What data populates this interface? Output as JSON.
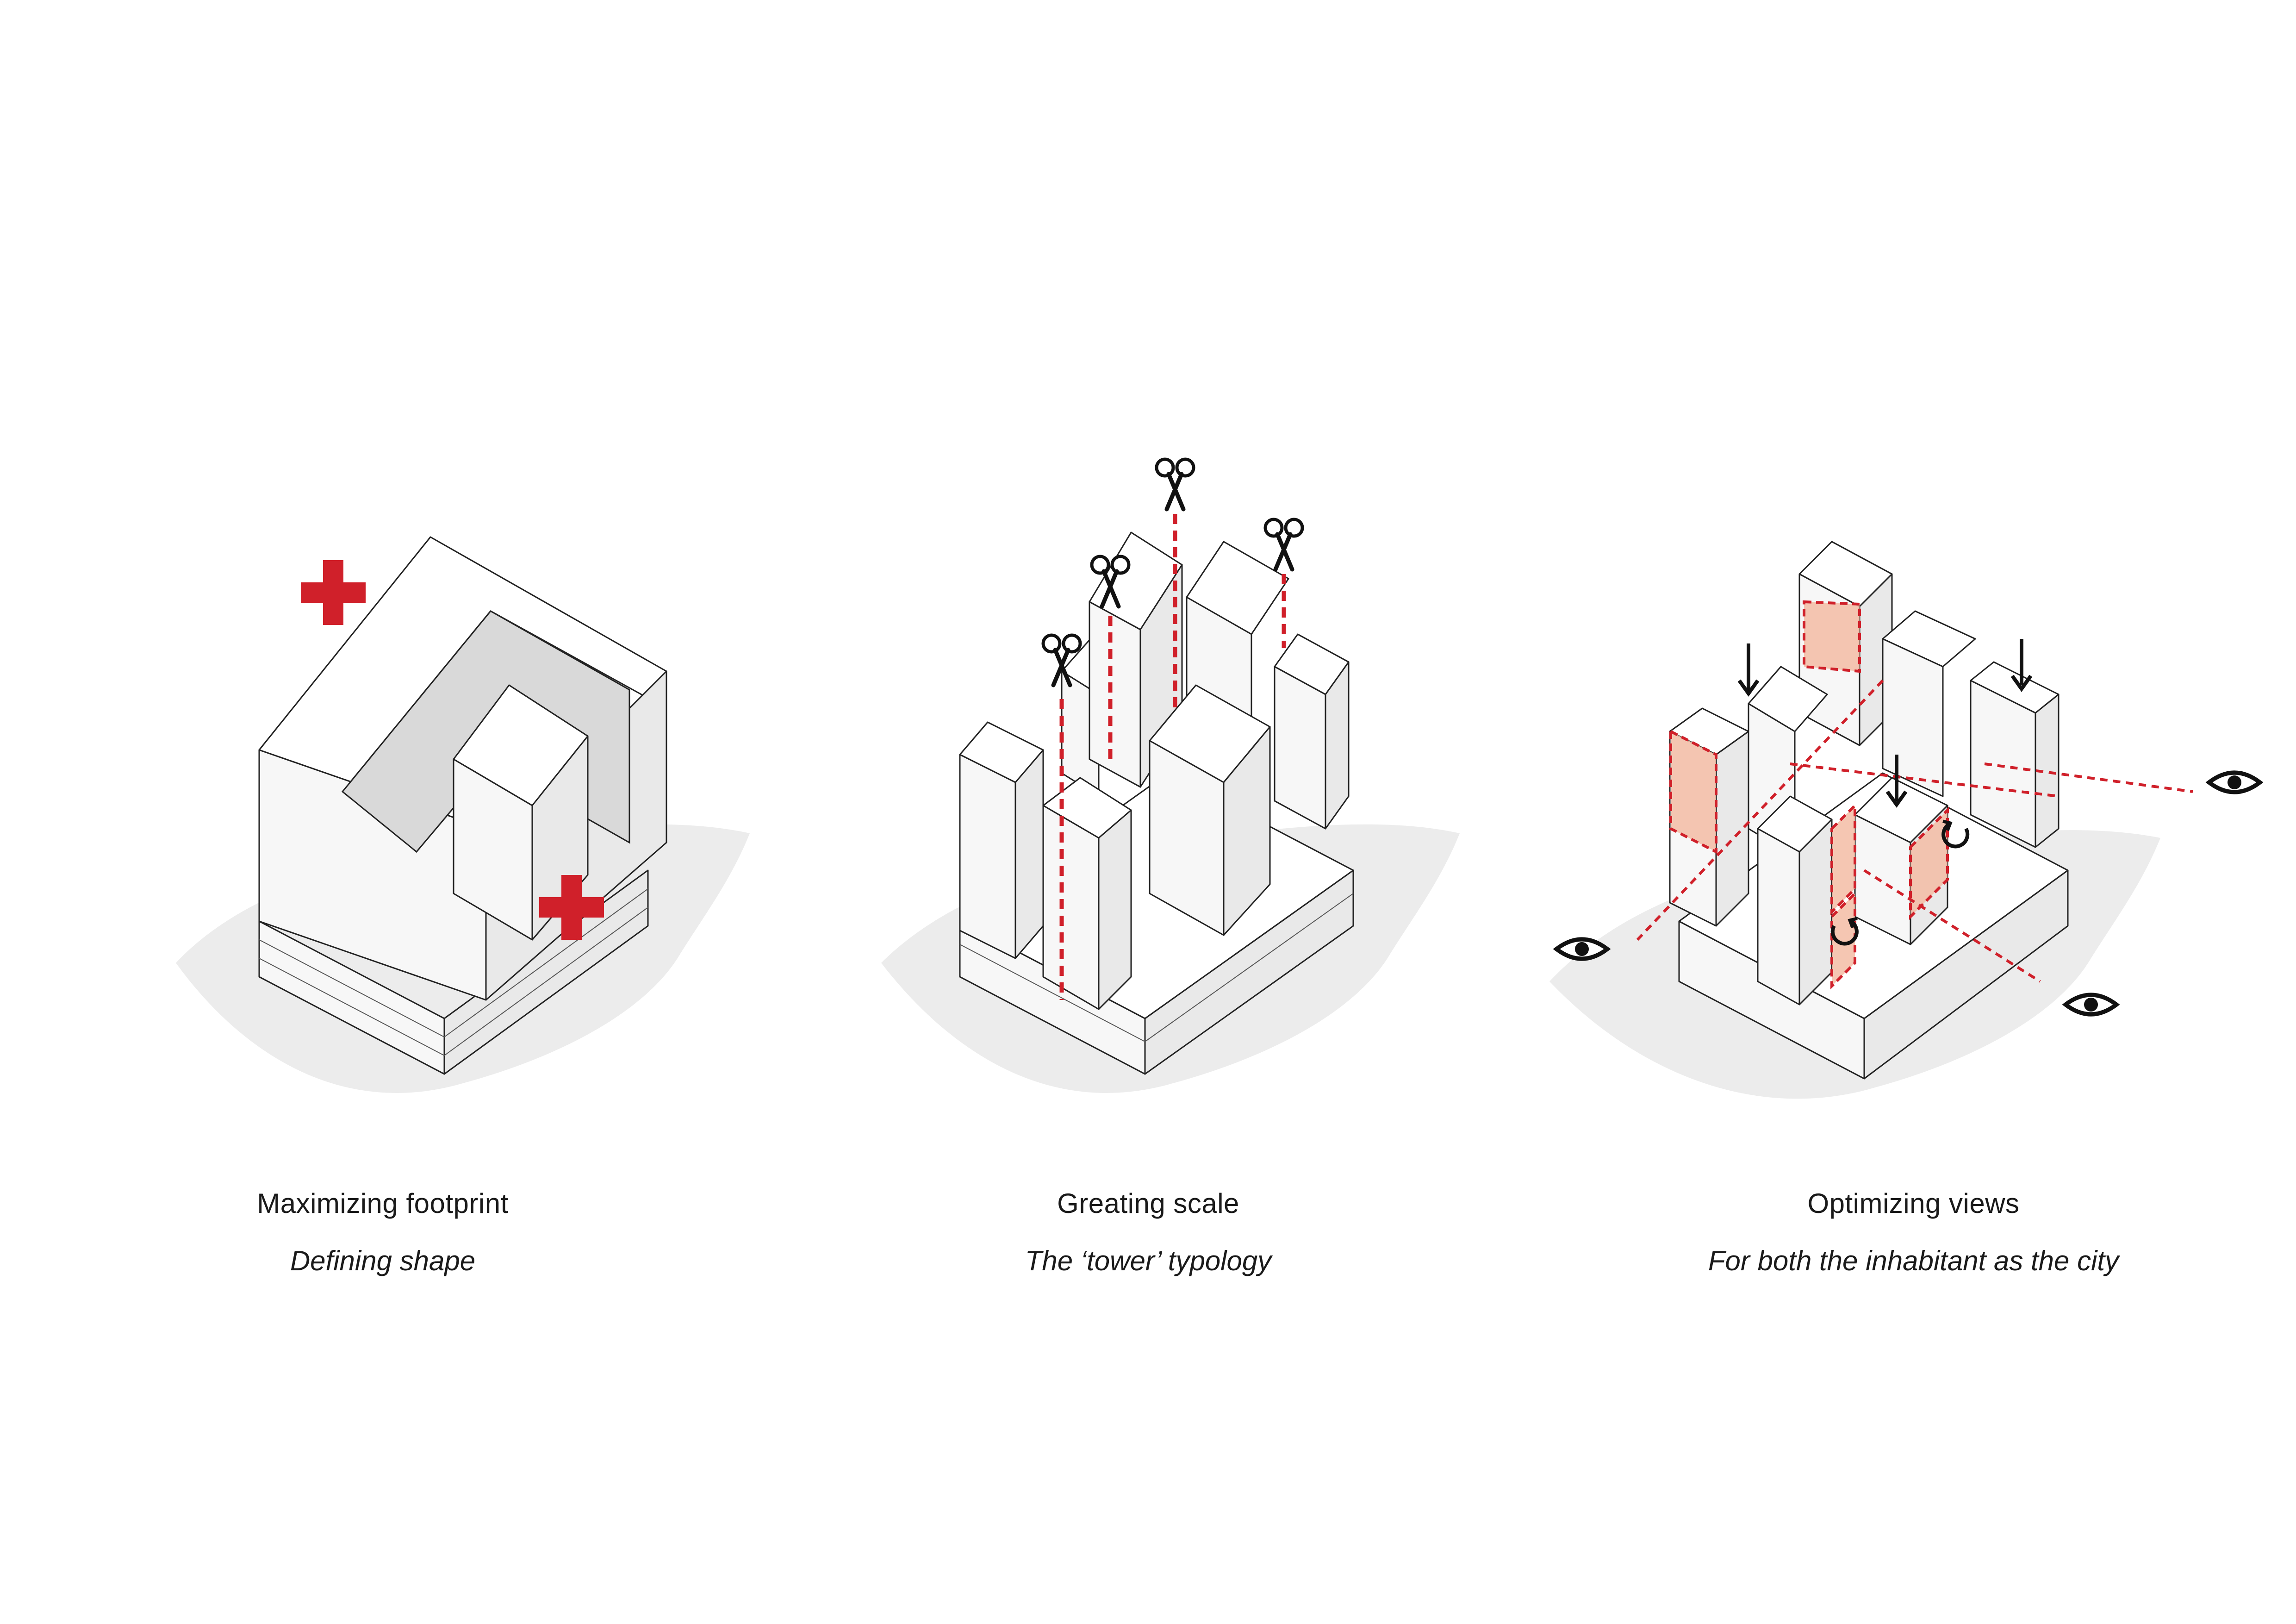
{
  "panels": [
    {
      "title": "Maximizing footprint",
      "subtitle": "Defining shape",
      "icons": [
        "plus-icon",
        "plus-icon"
      ]
    },
    {
      "title": "Greating scale",
      "subtitle": "The ‘tower’ typology",
      "icons": [
        "scissors-icon",
        "scissors-icon",
        "scissors-icon",
        "scissors-icon"
      ]
    },
    {
      "title": "Optimizing views",
      "subtitle": "For both the inhabitant as the city",
      "icons": [
        "eye-icon",
        "eye-icon",
        "eye-icon",
        "down-arrow-icon",
        "down-arrow-icon",
        "down-arrow-icon",
        "rotate-icon",
        "rotate-icon"
      ]
    }
  ],
  "colors": {
    "accent": "#d0202a",
    "highlight": "#f3bca4",
    "ground": "#ececec",
    "line": "#222222"
  }
}
